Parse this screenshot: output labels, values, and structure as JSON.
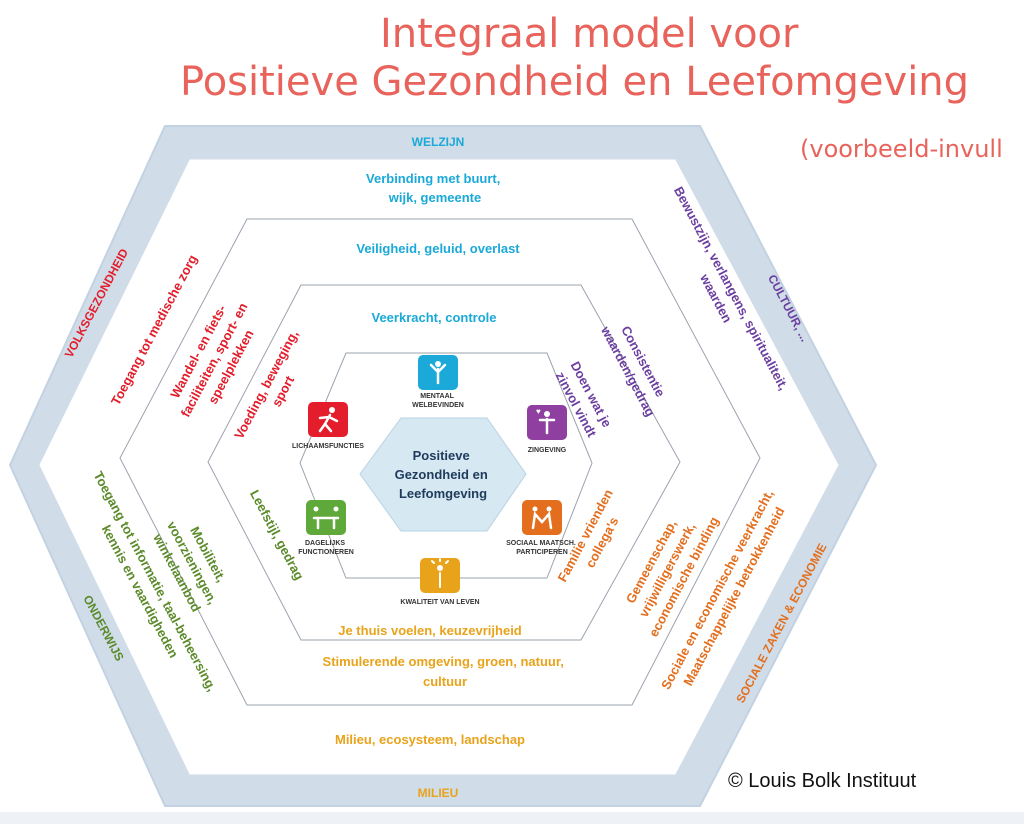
{
  "title_line1": "Integraal model voor",
  "title_line2": "Positieve Gezondheid en Leefomgeving",
  "subtitle": "(voorbeeld-invull",
  "copyright": "© Louis Bolk Instituut",
  "center_label": [
    "Positieve",
    "Gezondheid en",
    "Leefomgeving"
  ],
  "colors": {
    "outer_band": "#d0dce8",
    "blue": "#1aa9d8",
    "purple": "#6b3fa0",
    "orange_dark": "#e36f1e",
    "orange": "#e8a31b",
    "green": "#5b8a2a",
    "red": "#e31d2b",
    "center_fill": "#d6e8f2"
  },
  "outer_labels": {
    "top": "WELZIJN",
    "right_top": "CULTUUR, ...",
    "right_bottom": "SOCIALE ZAKEN & ECONOMIE",
    "bottom": "MILIEU",
    "left_bottom": "ONDERWIJS",
    "left_top": "VOLKSGEZONDHEID"
  },
  "ring3": {
    "top": [
      "Verbinding met buurt,",
      "wijk, gemeente"
    ],
    "right_top": [
      "Bewustzijn, verlangens, spiritualiteit,",
      "waarden"
    ],
    "right_bottom": [
      "Sociale en economische veerkracht,",
      "Maatschappelijke betrokkenheid"
    ],
    "bottom": [
      "Milieu, ecosysteem, landschap"
    ],
    "left_bottom": [
      "Toegang tot informatie, taal-beheersing,",
      "kennis en vaardigheden"
    ],
    "left_top": [
      "Toegang tot medische zorg"
    ]
  },
  "ring2": {
    "top": [
      "Veiligheid, geluid, overlast"
    ],
    "right_top": [
      "Consistentie",
      "waarden/gedrag"
    ],
    "right_bottom": [
      "Gemeenschap,",
      "vrijwilligerswerk,",
      "economische binding"
    ],
    "bottom": [
      "Stimulerende omgeving, groen, natuur,",
      "cultuur"
    ],
    "left_bottom": [
      "Mobiliteit,",
      "voorzieningen,",
      "winkelaanbod"
    ],
    "left_top": [
      "Wandel- en fiets-",
      "faciliteiten, sport- en",
      "speelplekken"
    ]
  },
  "ring1": {
    "top": [
      "Veerkracht, controle"
    ],
    "right_top": [
      "Doen wat je",
      "zinvol vindt"
    ],
    "right_bottom": [
      "Familie vrienden",
      "collega's"
    ],
    "bottom": [
      "Je thuis voelen, keuzevrijheid"
    ],
    "left_bottom": [
      "Leefstijl, gedrag"
    ],
    "left_top": [
      "Voeding, beweging,",
      "sport"
    ]
  },
  "dimensions": [
    {
      "key": "mentaal",
      "label": [
        "MENTAAL",
        "WELBEVINDEN"
      ],
      "color": "#1aa9d8",
      "icon": "person-arms-up-icon"
    },
    {
      "key": "zingeving",
      "label": [
        "ZINGEVING"
      ],
      "color": "#8e3fa0",
      "icon": "person-heart-icon"
    },
    {
      "key": "sociaal",
      "label": [
        "SOCIAAL MAATSCH.",
        "PARTICIPEREN"
      ],
      "color": "#e36f1e",
      "icon": "people-connected-icon"
    },
    {
      "key": "kwaliteit",
      "label": [
        "KWALITEIT VAN LEVEN"
      ],
      "color": "#e8a31b",
      "icon": "person-sun-icon"
    },
    {
      "key": "dagelijks",
      "label": [
        "DAGELIJKS",
        "FUNCTIONEREN"
      ],
      "color": "#5fa83a",
      "icon": "people-table-icon"
    },
    {
      "key": "lichaam",
      "label": [
        "LICHAAMSFUNCTIES"
      ],
      "color": "#e31d2b",
      "icon": "running-person-icon"
    }
  ]
}
